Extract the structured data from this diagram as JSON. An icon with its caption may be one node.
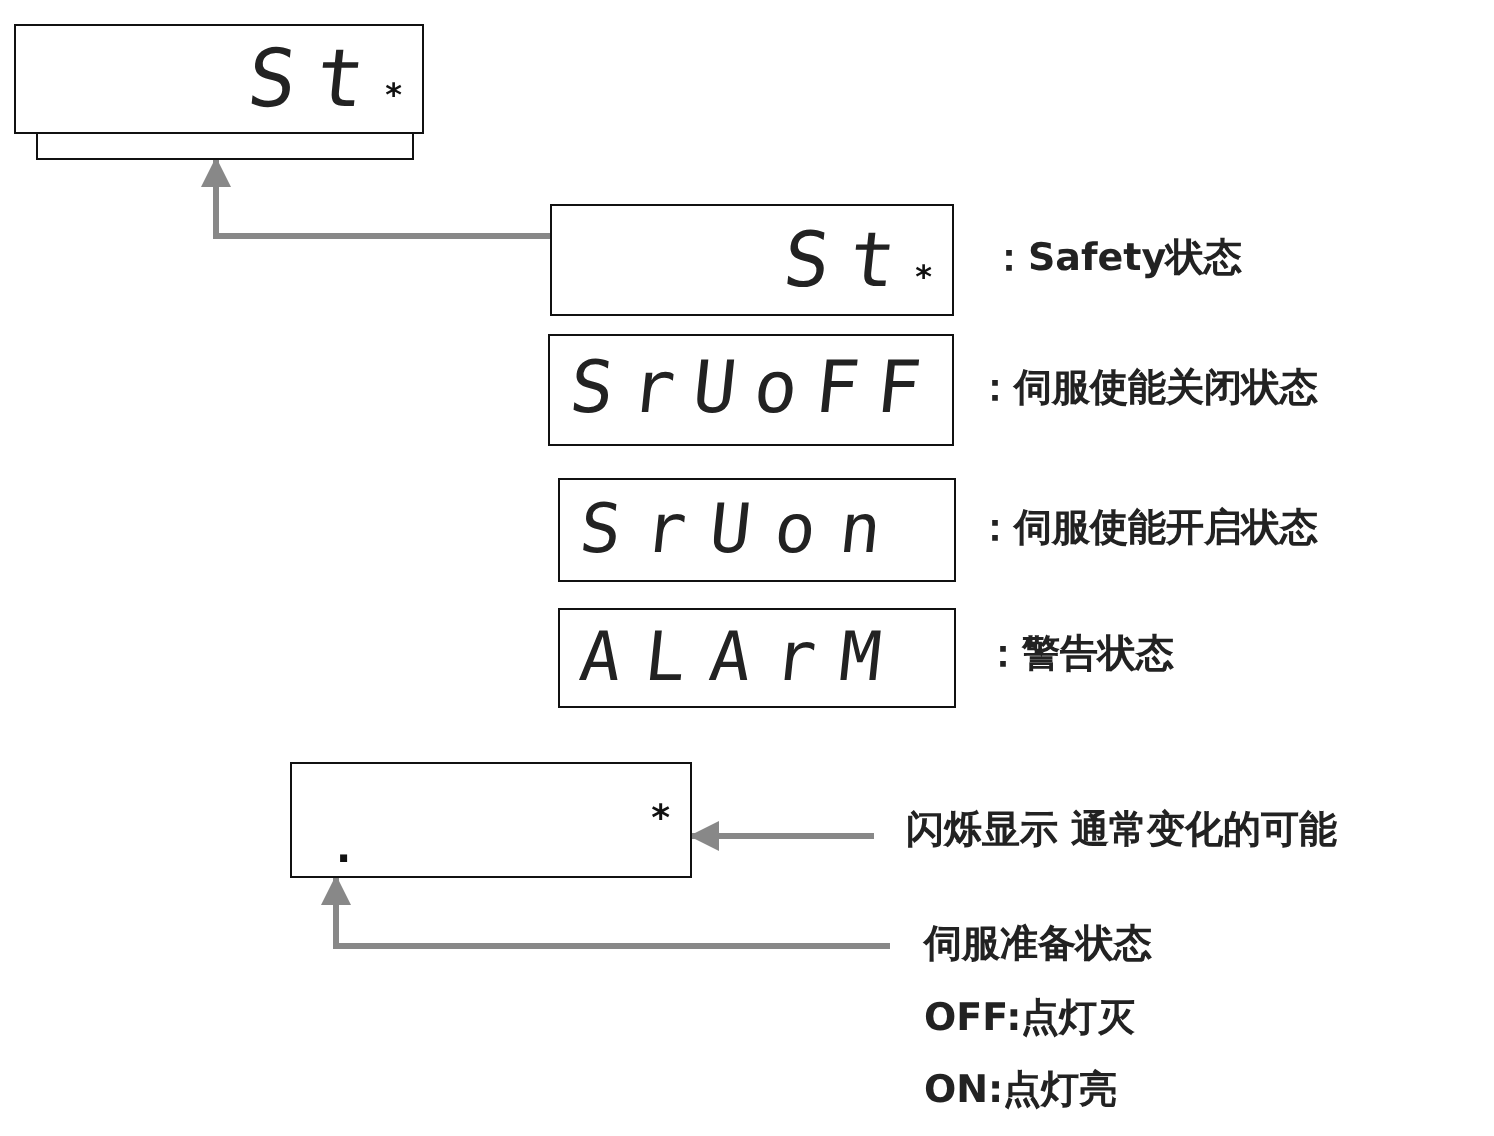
{
  "diagram": {
    "nodes": [
      {
        "text": [
          "St",
          "*"
        ]
      },
      {
        "text": [
          "St",
          "*"
        ],
        "beside": [
          "：Safety状态"
        ]
      },
      {
        "text": [
          "SrUoFF"
        ],
        "beside": [
          "：伺服使能关闭状态"
        ]
      },
      {
        "text": [
          "SrUon"
        ],
        "beside": [
          "：伺服使能开启状态"
        ]
      },
      {
        "text": [
          "ALArM"
        ],
        "beside": [
          "：警告状态"
        ]
      },
      {
        "text": [
          ".",
          "*"
        ]
      },
      {
        "text": [
          "闪烁显示 通常变化的可能"
        ]
      },
      {
        "text": [
          "伺服准备状态",
          "OFF:点灯灭",
          "ON:点灯亮"
        ]
      }
    ],
    "edges": [
      {
        "from": 1,
        "to": 0,
        "arrow": "to"
      },
      {
        "from": 6,
        "to": 5,
        "arrow": "to"
      },
      {
        "from": 7,
        "to": 5,
        "arrow": "to"
      }
    ]
  }
}
